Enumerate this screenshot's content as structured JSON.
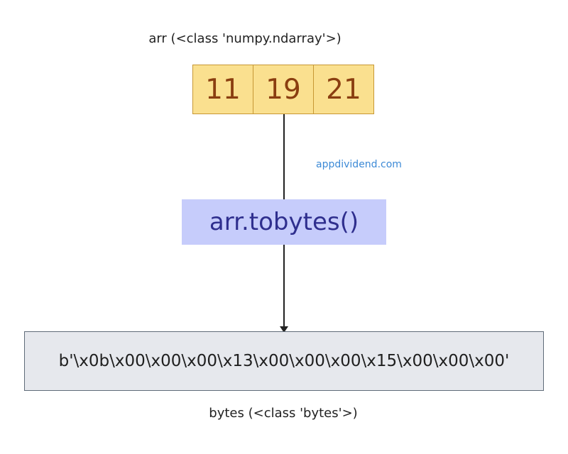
{
  "input_label": "arr (<class 'numpy.ndarray'>)",
  "array_values": [
    "11",
    "19",
    "21"
  ],
  "watermark": "appdividend.com",
  "method_label": "arr.tobytes()",
  "result_value": "b'\\x0b\\x00\\x00\\x00\\x13\\x00\\x00\\x00\\x15\\x00\\x00\\x00'",
  "output_label": "bytes (<class 'bytes'>)",
  "colors": {
    "array_fill": "#fae08f",
    "array_border": "#c79835",
    "array_text": "#8a3e10",
    "method_fill": "#c6ccfb",
    "method_text": "#2f2f8e",
    "result_fill": "#e6e8ed",
    "result_border": "#5f6b78",
    "watermark_text": "#3d8ad6"
  }
}
